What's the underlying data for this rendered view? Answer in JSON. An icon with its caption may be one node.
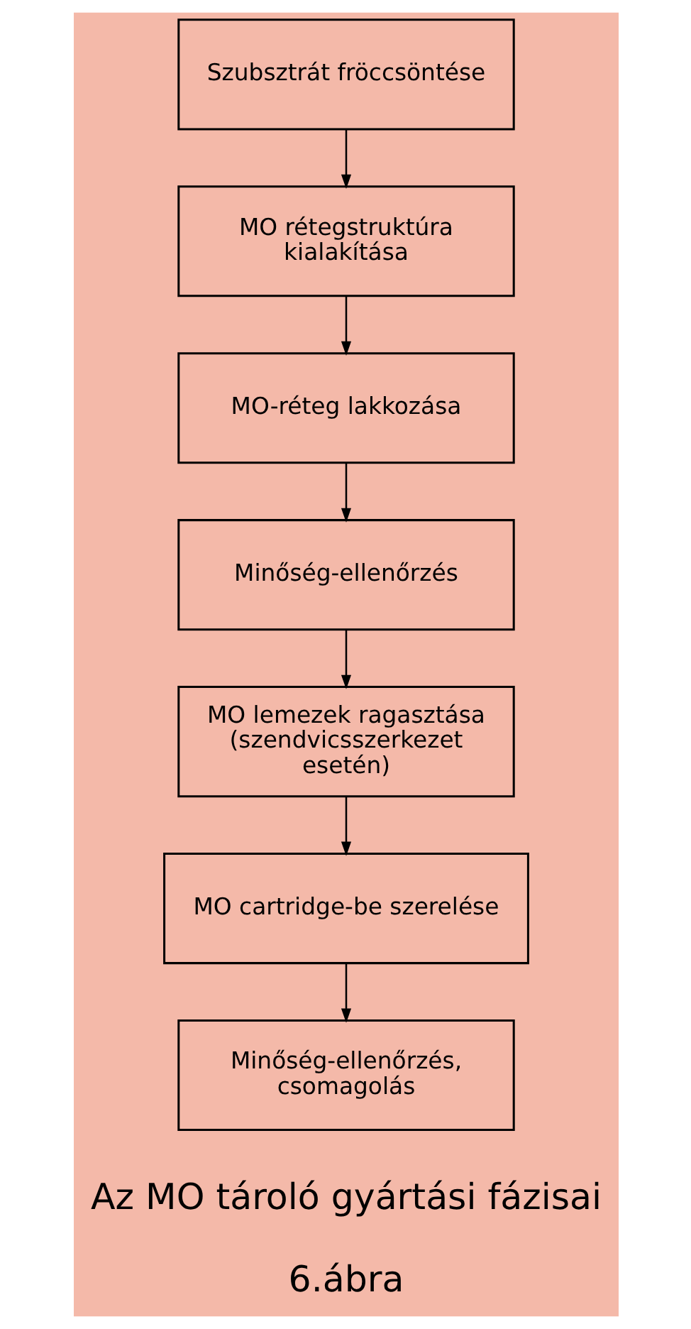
{
  "diagram": {
    "title": "Az MO tároló gyártási fázisai",
    "caption": "6.ábra",
    "nodes": [
      {
        "text": [
          "Szubsztrát fröccsöntése"
        ]
      },
      {
        "text": [
          "MO rétegstruktúra kialakítása"
        ]
      },
      {
        "text": [
          "MO-réteg lakkozása"
        ]
      },
      {
        "text": [
          "Minőség-ellenőrzés"
        ]
      },
      {
        "text": [
          "MO lemezek ragasztása (szendvicsszerkezet esetén)"
        ]
      },
      {
        "text": [
          "MO cartridge-be szerelése"
        ]
      },
      {
        "text": [
          "Minőség-ellenőrzés, csomagolás"
        ]
      }
    ],
    "edges": [
      {
        "from": 0,
        "to": 1,
        "arrow": "to"
      },
      {
        "from": 1,
        "to": 2,
        "arrow": "to"
      },
      {
        "from": 2,
        "to": 3,
        "arrow": "to"
      },
      {
        "from": 3,
        "to": 4,
        "arrow": "to"
      },
      {
        "from": 4,
        "to": 5,
        "arrow": "to"
      },
      {
        "from": 5,
        "to": 6,
        "arrow": "to"
      }
    ]
  }
}
